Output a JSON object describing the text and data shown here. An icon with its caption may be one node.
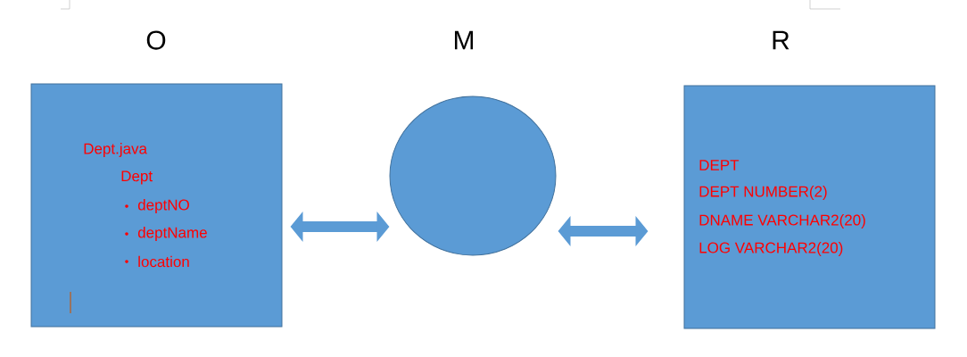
{
  "diagram": {
    "nodes": [
      {
        "text": [
          "O",
          "Dept.java",
          "Dept",
          "deptNO",
          "deptName",
          "location"
        ]
      },
      {
        "text": [
          "M"
        ]
      },
      {
        "text": [
          "R",
          "DEPT",
          "DEPT NUMBER(2)",
          "DNAME VARCHAR2(20)",
          "LOG VARCHAR2(20)"
        ]
      }
    ],
    "edges": [
      {
        "from": 0,
        "to": 1,
        "arrow": "both"
      },
      {
        "from": 1,
        "to": 2,
        "arrow": "both"
      }
    ]
  }
}
